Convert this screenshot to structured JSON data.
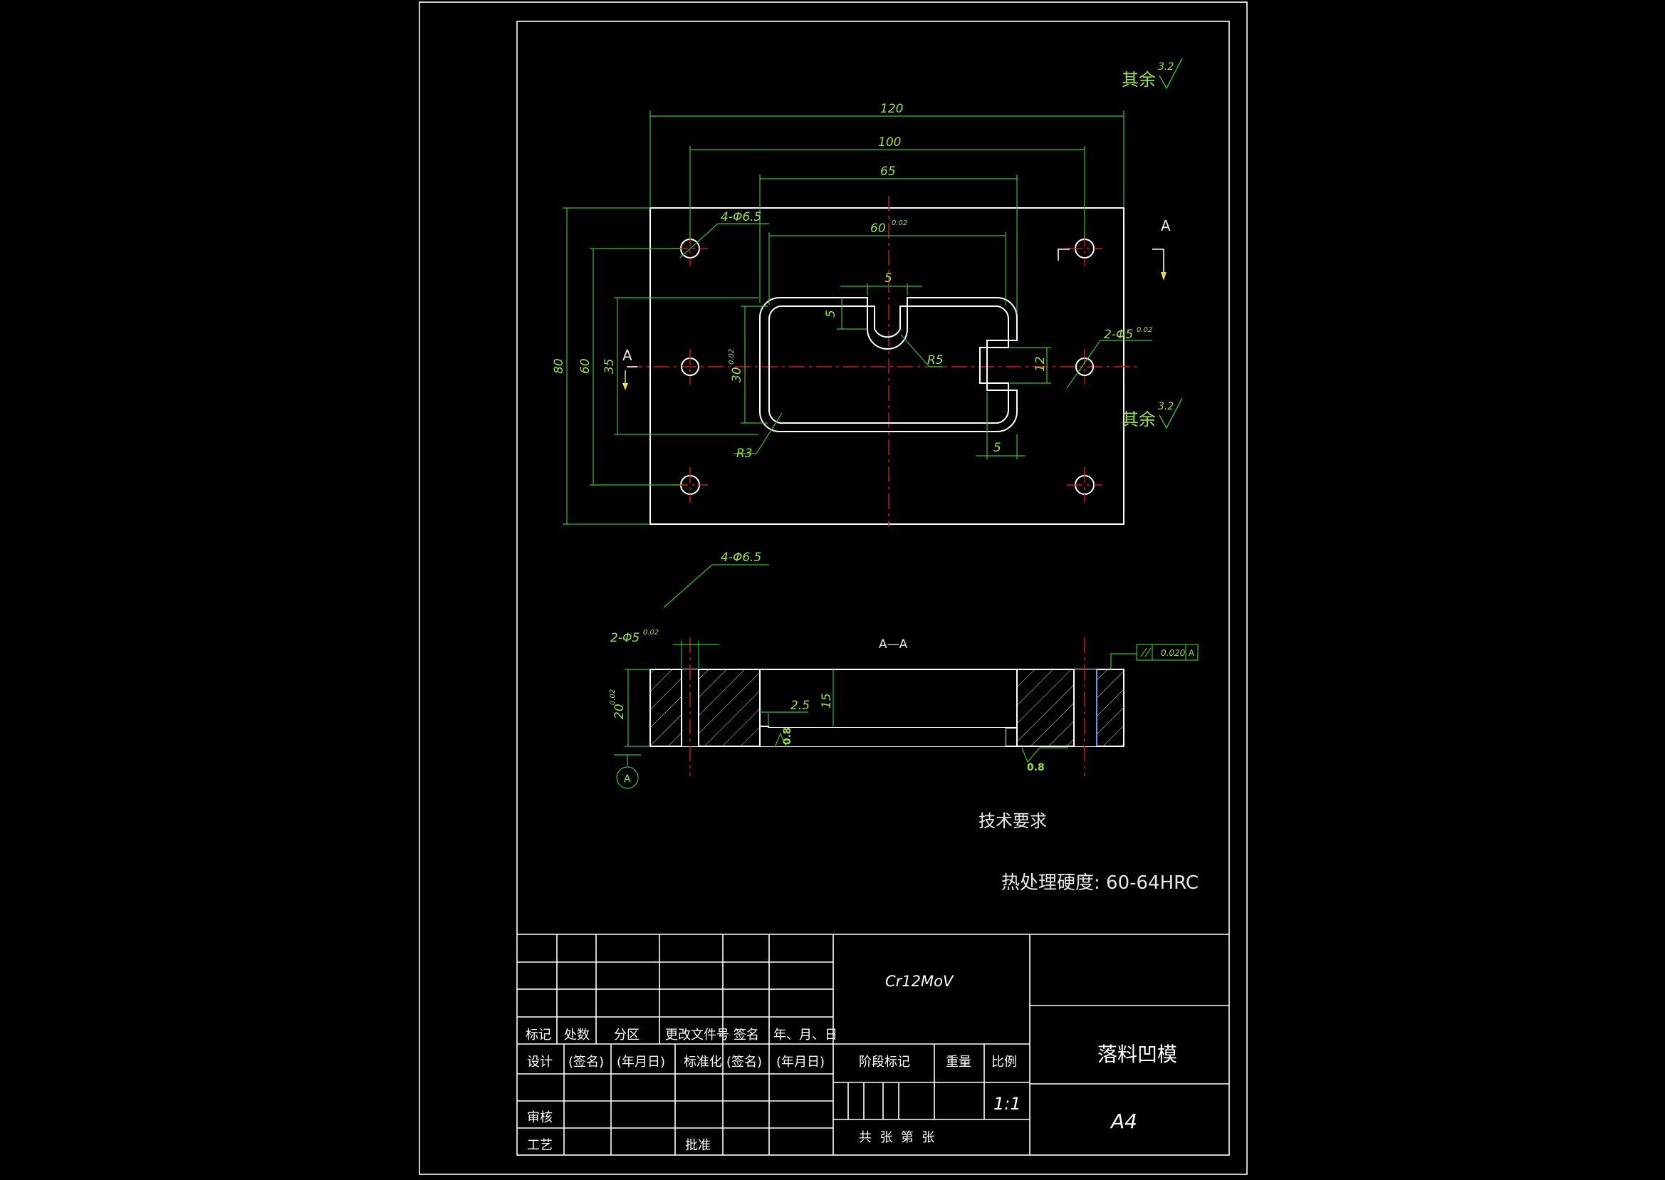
{
  "labels": {
    "surface_rest": "其余",
    "roughness_32": "3.2",
    "roughness_08": "0.8",
    "section_marker": "A",
    "section_title": "A—A",
    "datum": "A",
    "flatness_tol": "0.020",
    "tech_req_title": "技术要求",
    "tech_req_text": "热处理硬度: 60-64HRC"
  },
  "dims": {
    "d120": "120",
    "d100": "100",
    "d65": "65",
    "d60": "60",
    "d60_tol": "0.02",
    "d5a": "5",
    "d5b": "5",
    "d5c": "5",
    "d80": "80",
    "d60v": "60",
    "d35": "35",
    "d30": "30",
    "d30_tol": "0.02",
    "d12": "12",
    "r5": "R5",
    "r3": "R3",
    "holes_65": "4-Φ6.5",
    "holes_65b": "4-Φ6.5",
    "holes_5": "2-Φ5",
    "holes_5_tol": "0.02",
    "holes_5b": "2-Φ5",
    "holes_5b_tol": "0.02",
    "d20": "20",
    "d20_tol": "0.02",
    "d15": "15",
    "d25": "2.5"
  },
  "title_block": {
    "material": "Cr12MoV",
    "part_name": "落料凹模",
    "size": "A4",
    "scale": "1:1",
    "h_mark": "标记",
    "h_count": "处数",
    "h_zone": "分区",
    "h_doc": "更改文件号",
    "h_sign": "签名",
    "h_date": "年、月、日",
    "design": "设计",
    "sign1": "(签名)",
    "date1": "(年月日)",
    "standard": "标准化",
    "sign2": "(签名)",
    "date2": "(年月日)",
    "stage": "阶段标记",
    "weight": "重量",
    "ratio": "比例",
    "review": "审核",
    "process": "工艺",
    "approve": "批准",
    "sheets": "共  张  第  张"
  },
  "colors": {
    "background": "#000000",
    "outline": "#ffffff",
    "dimension": "#2fc32f",
    "center": "#d01a1a",
    "marker": "#e6e34a"
  }
}
